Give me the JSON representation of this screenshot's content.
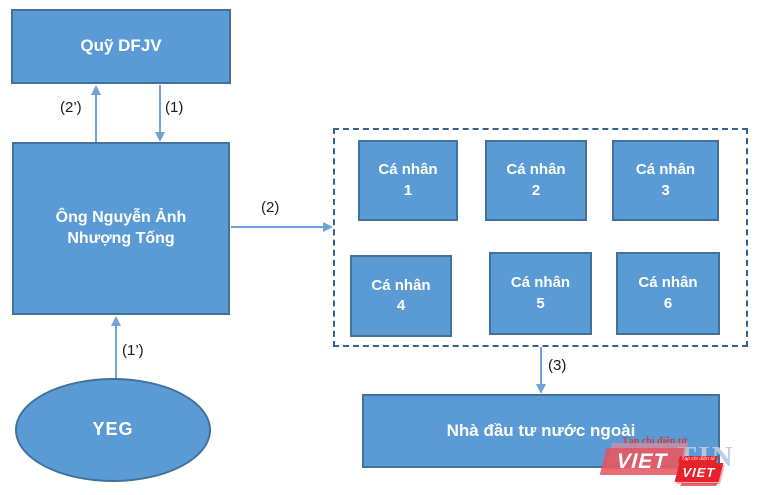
{
  "nodes": {
    "fund": {
      "label": "Quỹ DFJV"
    },
    "owner": {
      "line1": "Ông Nguyễn Ảnh",
      "line2": "Nhượng Tống"
    },
    "yeg": {
      "label": "YEG"
    },
    "foreign_investors": {
      "label": "Nhà đầu tư nước ngoài"
    },
    "individuals": [
      {
        "line1": "Cá nhân",
        "line2": "1"
      },
      {
        "line1": "Cá nhân",
        "line2": "2"
      },
      {
        "line1": "Cá nhân",
        "line2": "3"
      },
      {
        "line1": "Cá nhân",
        "line2": "4"
      },
      {
        "line1": "Cá nhân",
        "line2": "5"
      },
      {
        "line1": "Cá nhân",
        "line2": "6"
      }
    ]
  },
  "edge_labels": {
    "e1": "(1)",
    "e2p": "(2’)",
    "e2": "(2)",
    "e1p": "(1’)",
    "e3": "(3)"
  },
  "watermark": {
    "tagline": "Tạp chí điện tử",
    "brand_main": "VIET",
    "brand_secondary": "TIN",
    "badge_tagline": "Tạp chí điện tử",
    "badge_label": "VIET"
  },
  "colors": {
    "node_fill": "#5b9bd5",
    "node_border": "#41719c",
    "node_text": "#ffffff",
    "arrow": "#6fa3da",
    "dashed_border": "#35618e",
    "edge_label_text": "#1a1a1a",
    "watermark_red": "#d23c3c",
    "watermark_badge_red": "#e8212b",
    "watermark_pale_blue": "#bccae4"
  }
}
